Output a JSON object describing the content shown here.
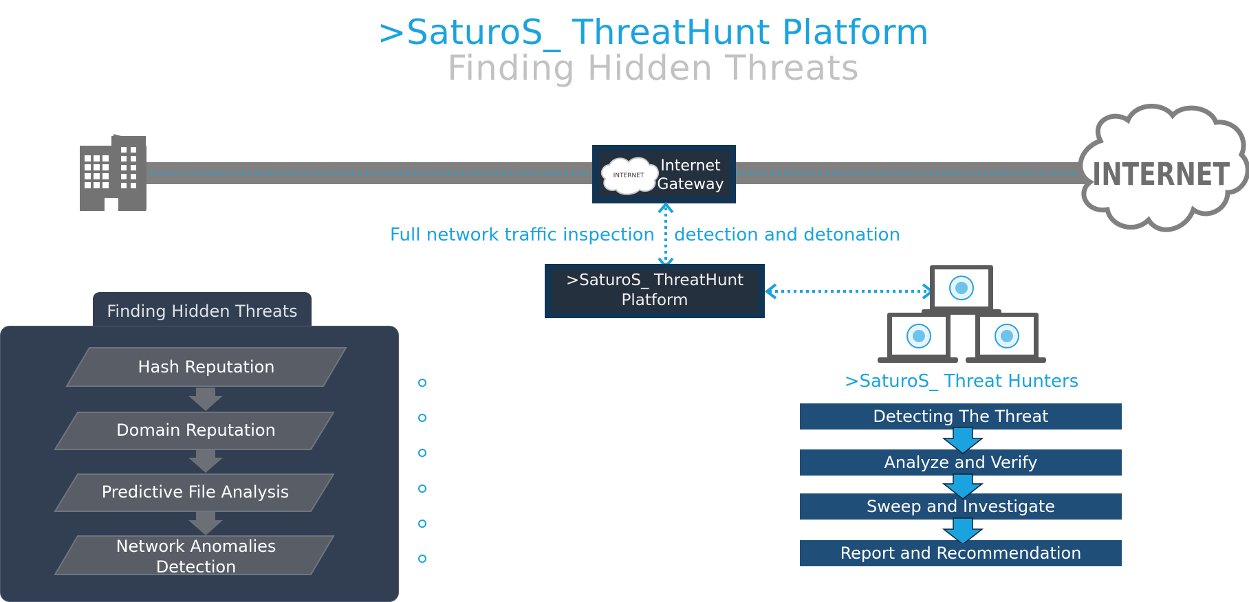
{
  "header": {
    "title": ">SaturoS_ ThreatHunt Platform",
    "subtitle": "Finding Hidden Threats"
  },
  "network": {
    "gateway_line1": "Internet",
    "gateway_line2": "Gateway",
    "gateway_cloud_text": "INTERNET",
    "internet_cloud_text": "INTERNET",
    "traffic_left": "Full network traffic inspection",
    "traffic_right": "detection and detonation"
  },
  "platform": {
    "line1": ">SaturoS_ ThreatHunt",
    "line2": "Platform"
  },
  "left_panel": {
    "tab_label": "Finding Hidden Threats",
    "steps": [
      {
        "label": "Hash Reputation"
      },
      {
        "label": "Domain Reputation"
      },
      {
        "label": "Predictive File Analysis"
      },
      {
        "label": "Network Anomalies",
        "label2": "Detection"
      }
    ]
  },
  "hunters": {
    "label": ">SaturoS_ Threat Hunters",
    "steps": [
      {
        "label": "Detecting The Threat"
      },
      {
        "label": "Analyze and Verify"
      },
      {
        "label": "Sweep and Investigate"
      },
      {
        "label": "Report and Recommendation"
      }
    ]
  },
  "colors": {
    "accent": "#1aa3df",
    "title_gray": "#c2c2c2",
    "panel": "#323f52",
    "step_blue": "#1f4e79",
    "pipe": "#808080"
  },
  "icons": [
    "building-icon",
    "cloud-icon",
    "laptop-icon",
    "arrow-down-icon",
    "bullet-icon"
  ]
}
